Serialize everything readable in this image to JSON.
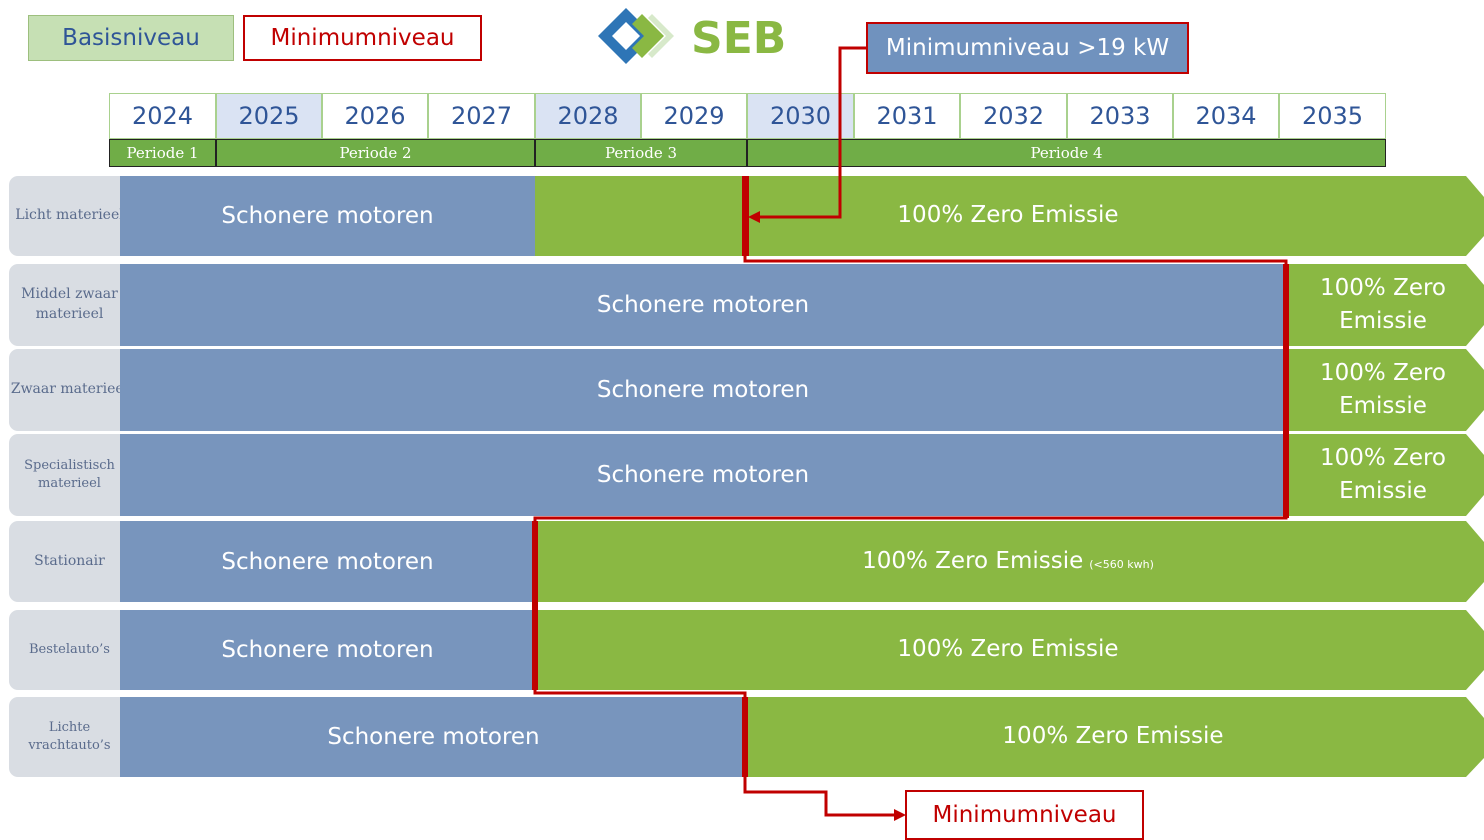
{
  "legend": {
    "basis": "Basisniveau",
    "minimum": "Minimumniveau"
  },
  "logo": {
    "text": "SEB"
  },
  "callouts": {
    "top": "Minimumniveau >19 kW",
    "bottom": "Minimumniveau"
  },
  "years": [
    "2024",
    "2025",
    "2026",
    "2027",
    "2028",
    "2029",
    "2030",
    "2031",
    "2032",
    "2033",
    "2034",
    "2035"
  ],
  "periods": [
    "Periode 1",
    "Periode 2",
    "Periode 3",
    "Periode 4"
  ],
  "rows": [
    {
      "label": "Licht materieel",
      "blue": "Schonere motoren",
      "green": "100% Zero Emissie"
    },
    {
      "label": "Middel zwaar materieel",
      "blue": "Schonere motoren",
      "green": "100% Zero Emissie"
    },
    {
      "label": "Zwaar materieel",
      "blue": "Schonere motoren",
      "green": "100% Zero Emissie"
    },
    {
      "label": "Specialistisch materieel",
      "blue": "Schonere motoren",
      "green": "100% Zero Emissie"
    },
    {
      "label": "Stationair",
      "blue": "Schonere motoren",
      "green": "100% Zero Emissie",
      "green_note": "(<560 kwh)"
    },
    {
      "label": "Bestelauto’s",
      "blue": "Schonere motoren",
      "green": "100% Zero Emissie"
    },
    {
      "label": "Lichte vrachtauto’s",
      "blue": "Schonere motoren",
      "green": "100% Zero Emissie"
    }
  ],
  "colors": {
    "blue": "#7895bd",
    "green": "#8ab843",
    "red": "#c00000",
    "legend_green": "#c6e0b4"
  }
}
